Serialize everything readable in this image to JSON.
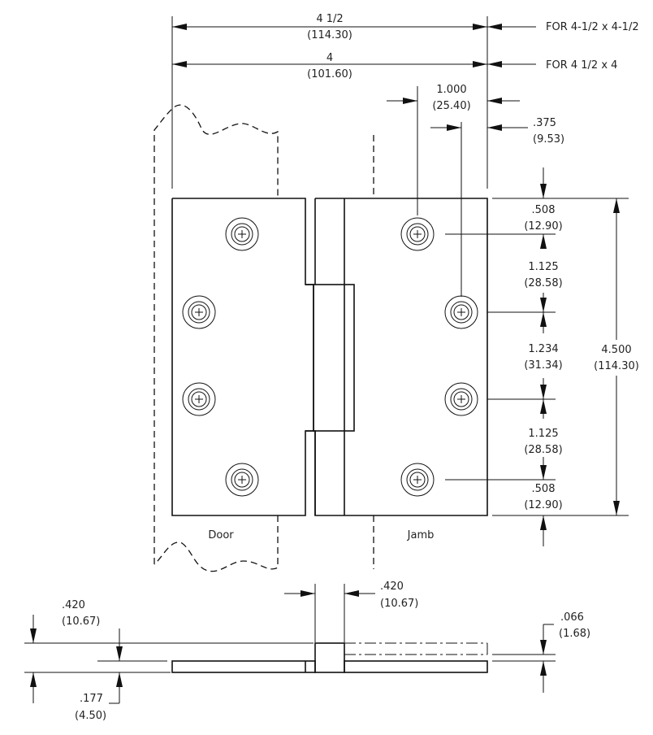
{
  "dimensions": {
    "width_4_5": {
      "value": "4 1/2",
      "metric": "(114.30)",
      "note": "FOR 4-1/2 x 4-1/2"
    },
    "width_4": {
      "value": "4",
      "metric": "(101.60)",
      "note": "FOR 4 1/2 x 4"
    },
    "hole_offset": {
      "value": "1.000",
      "metric": "(25.40)"
    },
    "edge_offset": {
      "value": ".375",
      "metric": "(9.53)"
    },
    "top_gap": {
      "value": ".508",
      "metric": "(12.90)"
    },
    "spacing_1": {
      "value": "1.125",
      "metric": "(28.58)"
    },
    "spacing_2": {
      "value": "1.234",
      "metric": "(31.34)"
    },
    "spacing_3": {
      "value": "1.125",
      "metric": "(28.58)"
    },
    "bottom_gap": {
      "value": ".508",
      "metric": "(12.90)"
    },
    "height": {
      "value": "4.500",
      "metric": "(114.30)"
    },
    "knuckle_width": {
      "value": ".420",
      "metric": "(10.67)"
    },
    "knuckle_height": {
      "value": ".420",
      "metric": "(10.67)"
    },
    "leaf_thickness": {
      "value": ".066",
      "metric": "(1.68)"
    },
    "leaf_offset": {
      "value": ".177",
      "metric": "(4.50)"
    }
  },
  "labels": {
    "door": "Door",
    "jamb": "Jamb"
  }
}
